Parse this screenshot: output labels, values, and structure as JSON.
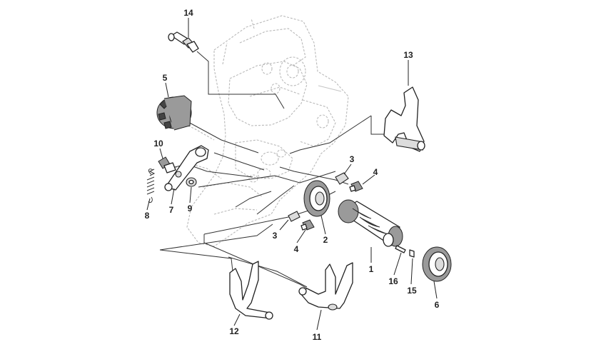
{
  "callouts": {
    "c1": "1",
    "c2": "2",
    "c3a": "3",
    "c3b": "3",
    "c4a": "4",
    "c4b": "4",
    "c5": "5",
    "c6": "6",
    "c7": "7",
    "c8": "8",
    "c9": "9",
    "c10": "10",
    "c11": "11",
    "c12": "12",
    "c13": "13",
    "c14": "14",
    "c15": "15",
    "c16": "16"
  }
}
